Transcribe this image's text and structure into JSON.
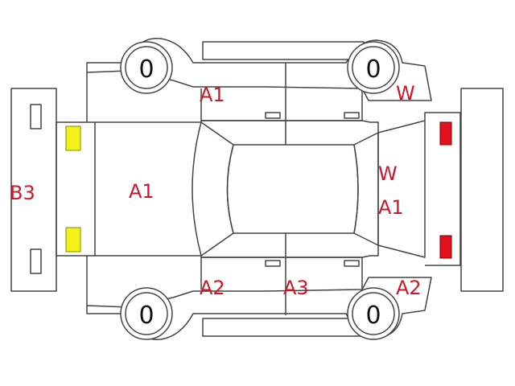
{
  "colors": {
    "damage_label": "#d0162a",
    "outline": "#444444",
    "headlight": "#f2f21a",
    "taillight": "#e0101e"
  },
  "tires": {
    "front_left": "0",
    "rear_left": "0",
    "front_right": "0",
    "rear_right": "0"
  },
  "labels": {
    "front_bumper": "B3",
    "hood": "A1",
    "left_front_fender": "A1",
    "left_rear_quarter_w": "W",
    "rear_window_w": "W",
    "rear_panel": "A1",
    "right_front_fender": "A2",
    "right_rear_door": "A3",
    "right_rear_quarter": "A2"
  }
}
